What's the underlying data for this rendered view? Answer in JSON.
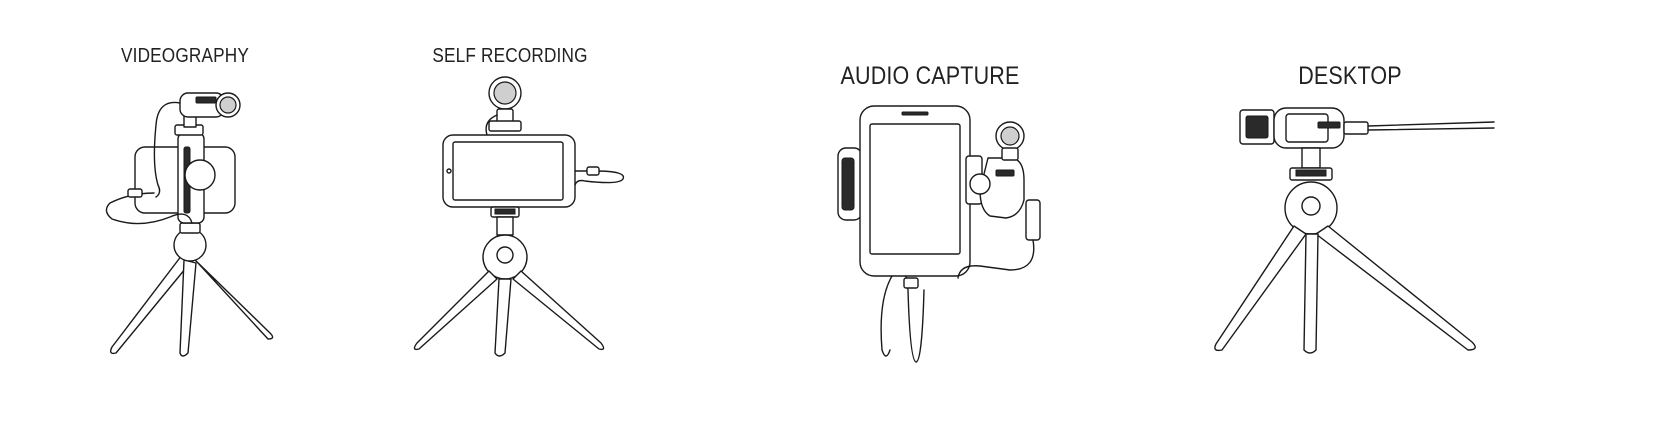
{
  "setups": [
    {
      "label": "VIDEOGRAPHY",
      "icon": "videography-tripod-icon"
    },
    {
      "label": "SELF RECORDING",
      "icon": "self-recording-tripod-icon"
    },
    {
      "label": "AUDIO CAPTURE",
      "icon": "audio-capture-phone-icon"
    },
    {
      "label": "DESKTOP",
      "icon": "desktop-tripod-icon"
    }
  ]
}
